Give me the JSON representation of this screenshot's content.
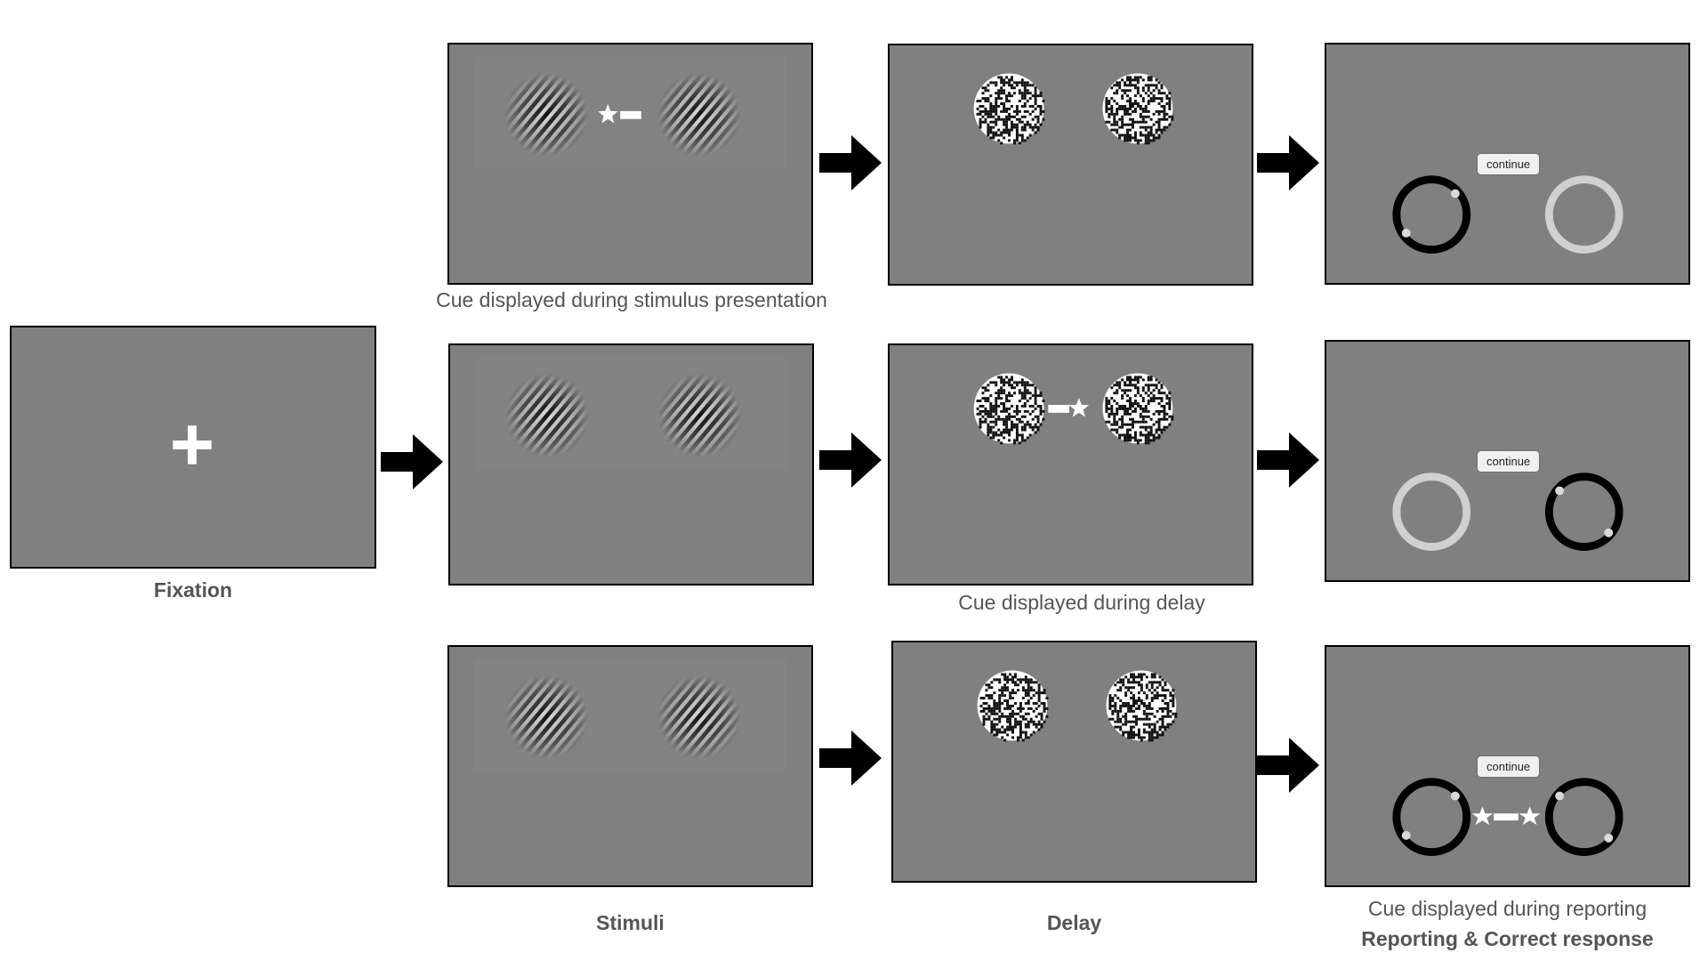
{
  "captions": {
    "cue_stimulus": "Cue displayed during stimulus presentation",
    "fixation": "Fixation",
    "cue_delay": "Cue displayed during delay",
    "stimuli": "Stimuli",
    "delay": "Delay",
    "cue_reporting": "Cue displayed during reporting",
    "reporting": "Reporting & Correct response"
  },
  "buttons": {
    "continue_label": "continue"
  },
  "colors": {
    "screen_gray": "#808080",
    "light_ring": "#d0d0d0",
    "dark_ring": "#000000",
    "cue_white": "#ffffff"
  },
  "icons": {
    "fixation": "plus-icon",
    "arrow": "right-arrow-icon",
    "cue": "star-bar-cue-icon"
  }
}
